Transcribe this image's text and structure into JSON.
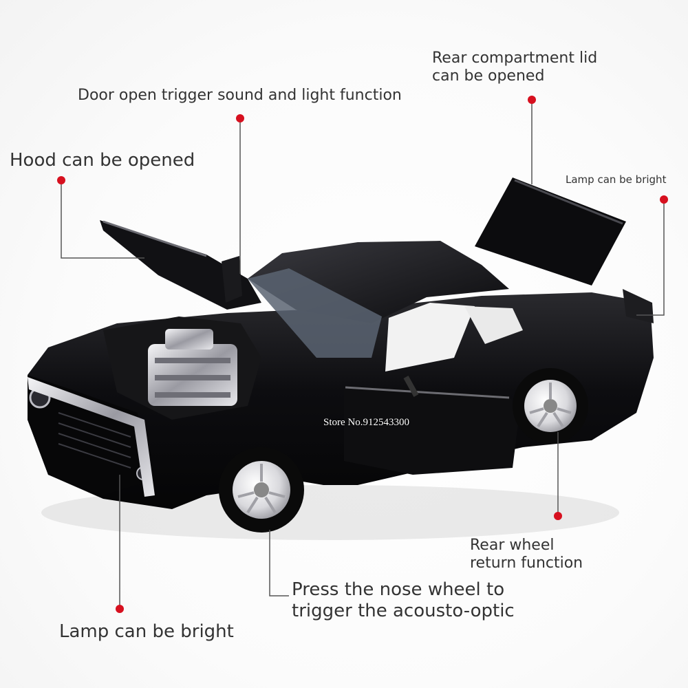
{
  "callouts": {
    "rear_lid": {
      "line1": "Rear compartment lid",
      "line2": "can be opened"
    },
    "door": {
      "text": "Door open trigger sound and light function"
    },
    "hood": {
      "text": "Hood can be opened"
    },
    "rear_lamp": {
      "text": "Lamp can be bright"
    },
    "rear_wheel": {
      "line1": "Rear wheel",
      "line2": "return function"
    },
    "nose_wheel": {
      "line1": "Press the nose wheel to",
      "line2": "trigger the acousto-optic"
    },
    "front_lamp": {
      "text": "Lamp can be bright"
    }
  },
  "watermark": {
    "text": "Store No.912543300"
  },
  "colors": {
    "marker": "#d7101f",
    "car_body": "#0b0b0d",
    "leader_line": "#555555",
    "label_text": "#333333"
  }
}
